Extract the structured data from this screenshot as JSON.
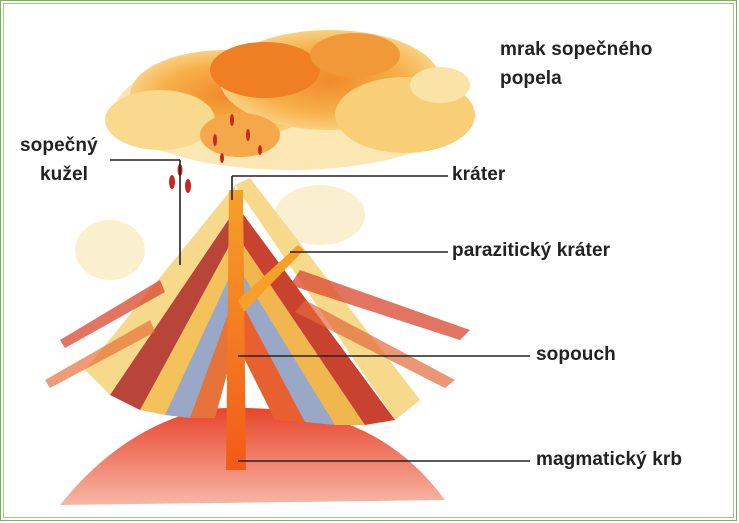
{
  "labels": {
    "ash_cloud_line1": "mrak sopečného",
    "ash_cloud_line2": "popela",
    "cone_line1": "sopečný",
    "cone_line2": "kužel",
    "crater": "kráter",
    "parasitic_crater": "parazitický kráter",
    "vent": "sopouch",
    "magma_chamber": "magmatický krb"
  },
  "colors": {
    "frame": "#7cb05a",
    "lava": "#f26a1b",
    "magma": "#d9322a",
    "ash": "#f3c35a",
    "leader": "#222222"
  }
}
